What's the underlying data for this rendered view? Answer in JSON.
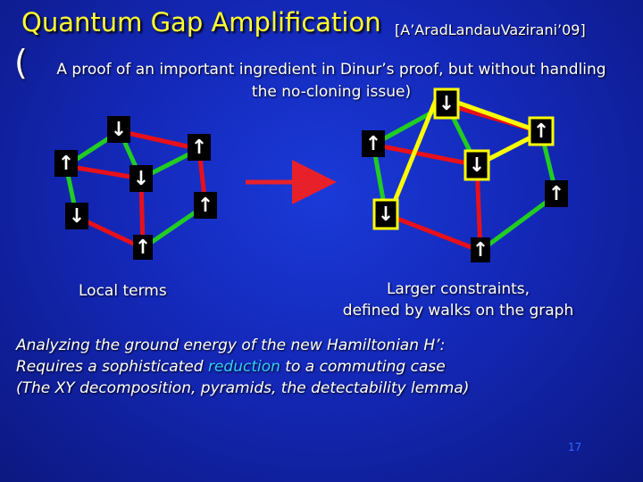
{
  "slide": {
    "title": "Quantum Gap Amplification",
    "citation": "[A’AradLandauVazirani’09]",
    "subtitle_paren": "(",
    "subtitle_line1": "A proof of an important ingredient in Dinur’s proof, but without handling",
    "subtitle_line2": "the no-cloning issue)",
    "left_caption": "Local terms",
    "right_caption_line1": "Larger constraints,",
    "right_caption_line2": "defined by walks on the graph",
    "body_line1": "Analyzing the ground energy of the new Hamiltonian H’:",
    "body_line2_pre": "Requires a sophisticated ",
    "body_line2_highlight": "reduction",
    "body_line2_post": " to a commuting case",
    "body_line3": "(The XY decomposition, pyramids, the detectability lemma)",
    "page_number": "17"
  },
  "colors": {
    "background": "#1428b8",
    "title": "#ffff33",
    "edge_red": "#e8101a",
    "edge_green": "#22cc22",
    "walk_yellow": "#ffff00",
    "arrow_color": "#e8202a",
    "highlight": "#33ccff"
  },
  "icons": {
    "spin_up": "↑",
    "spin_down": "↓",
    "transform_arrow": "red-right-arrow"
  },
  "left_graph": {
    "spins": [
      "↓",
      "↑",
      "↑",
      "↓",
      "↑",
      "↓",
      "↑"
    ]
  },
  "right_graph": {
    "spins": [
      "↓",
      "↑",
      "↑",
      "↓",
      "↑",
      "↓",
      "↑"
    ]
  }
}
